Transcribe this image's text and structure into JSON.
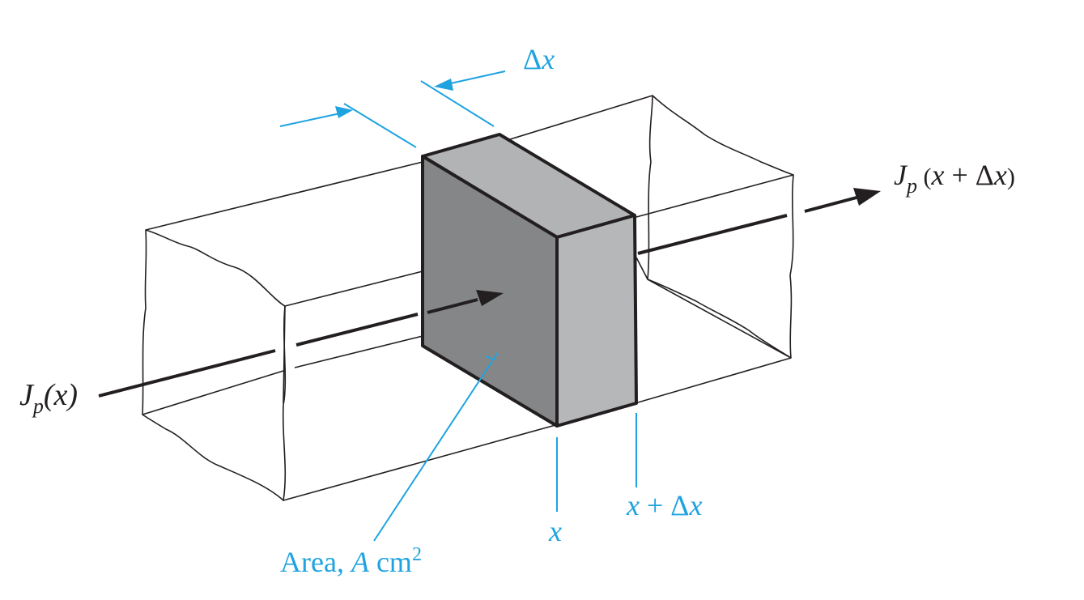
{
  "labels": {
    "delta_x": {
      "delta": "Δ",
      "var": "x"
    },
    "j_in": {
      "J": "J",
      "sub": "p",
      "arg": "(x)"
    },
    "j_out": {
      "J": "J",
      "sub": "p",
      "arg_open": " (",
      "var": "x",
      "rest": " + Δ",
      "var2": "x",
      "close": ")"
    },
    "x_pos": "x",
    "x_plus": {
      "var": "x",
      "rest": " + Δ",
      "var2": "x"
    },
    "area": {
      "prefix": "Area, ",
      "var": "A",
      "unit": " cm",
      "exp": "2"
    }
  },
  "colors": {
    "accent": "#1fa3e0",
    "ink": "#231f20",
    "slab_front": "#858688",
    "slab_side": "#b6b7b9",
    "slab_top": "#b2b3b5"
  }
}
